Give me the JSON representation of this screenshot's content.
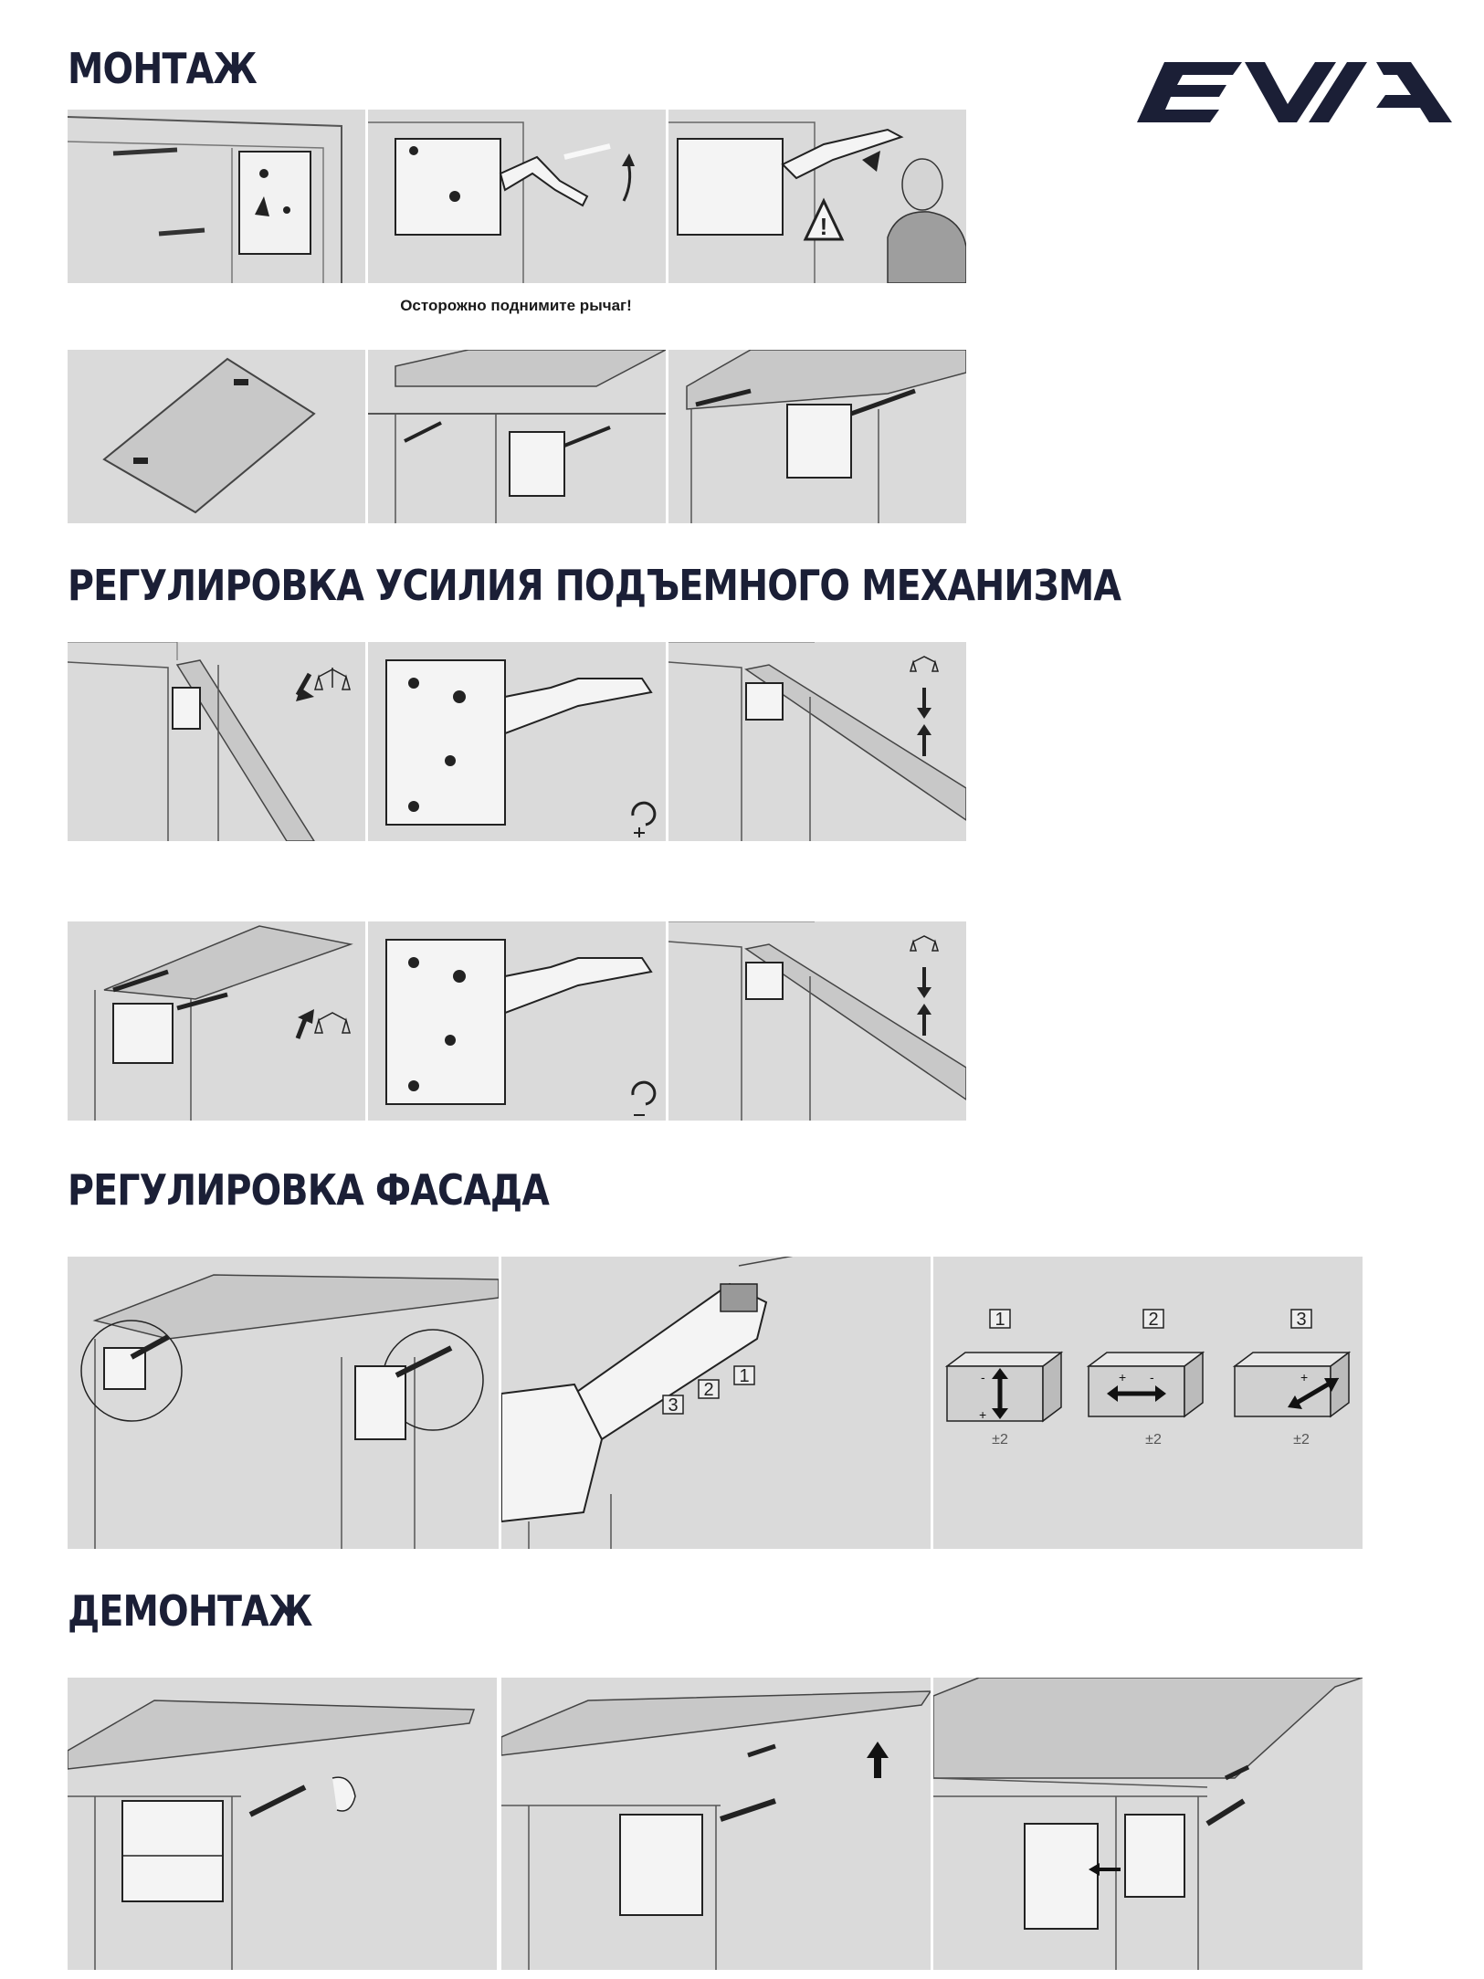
{
  "brand": {
    "logo_text": "EVA"
  },
  "sections": {
    "mounting": {
      "title": "МОНТАЖ",
      "caption": "Осторожно поднимите рычаг!"
    },
    "force": {
      "title": "РЕГУЛИРОВКА УСИЛИЯ ПОДЪЕМНОГО МЕХАНИЗМА",
      "plus": "+",
      "minus": "-"
    },
    "facade": {
      "title": "РЕГУЛИРОВКА ФАСАДА",
      "screw_labels": [
        "3",
        "2",
        "1"
      ],
      "directions": [
        {
          "num": "1",
          "range": "±2",
          "axis": "vertical"
        },
        {
          "num": "2",
          "range": "±2",
          "axis": "horizontal"
        },
        {
          "num": "3",
          "range": "±2",
          "axis": "depth"
        }
      ],
      "sign_plus": "+",
      "sign_minus": "-"
    },
    "dismounting": {
      "title": "ДЕМОНТАЖ"
    }
  },
  "colors": {
    "brand_navy": "#1b1f36",
    "panel_gray": "#dcdcdc",
    "cabinet_gray": "#c6c6c6"
  }
}
